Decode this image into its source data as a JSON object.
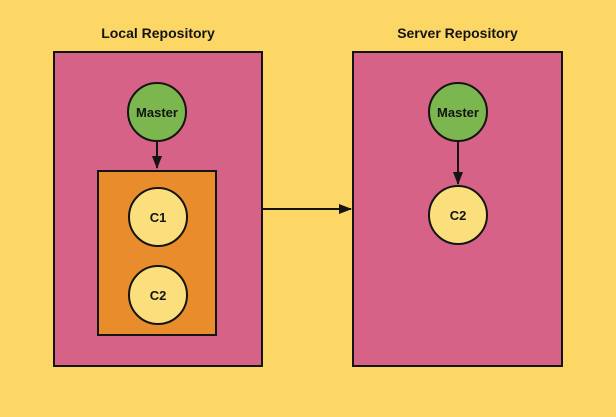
{
  "local_repo": {
    "title": "Local Repository",
    "master": {
      "label": "Master"
    },
    "staging_commits": [
      {
        "label": "C1"
      },
      {
        "label": "C2"
      }
    ]
  },
  "server_repo": {
    "title": "Server Repository",
    "master": {
      "label": "Master"
    },
    "commits": [
      {
        "label": "C2"
      }
    ]
  },
  "colors": {
    "background": "#FCD765",
    "repository_fill": "#D66287",
    "staging_fill": "#E98C2B",
    "branch_fill": "#7CB64E",
    "commit_fill": "#FCDF7D",
    "stroke": "#141414"
  }
}
